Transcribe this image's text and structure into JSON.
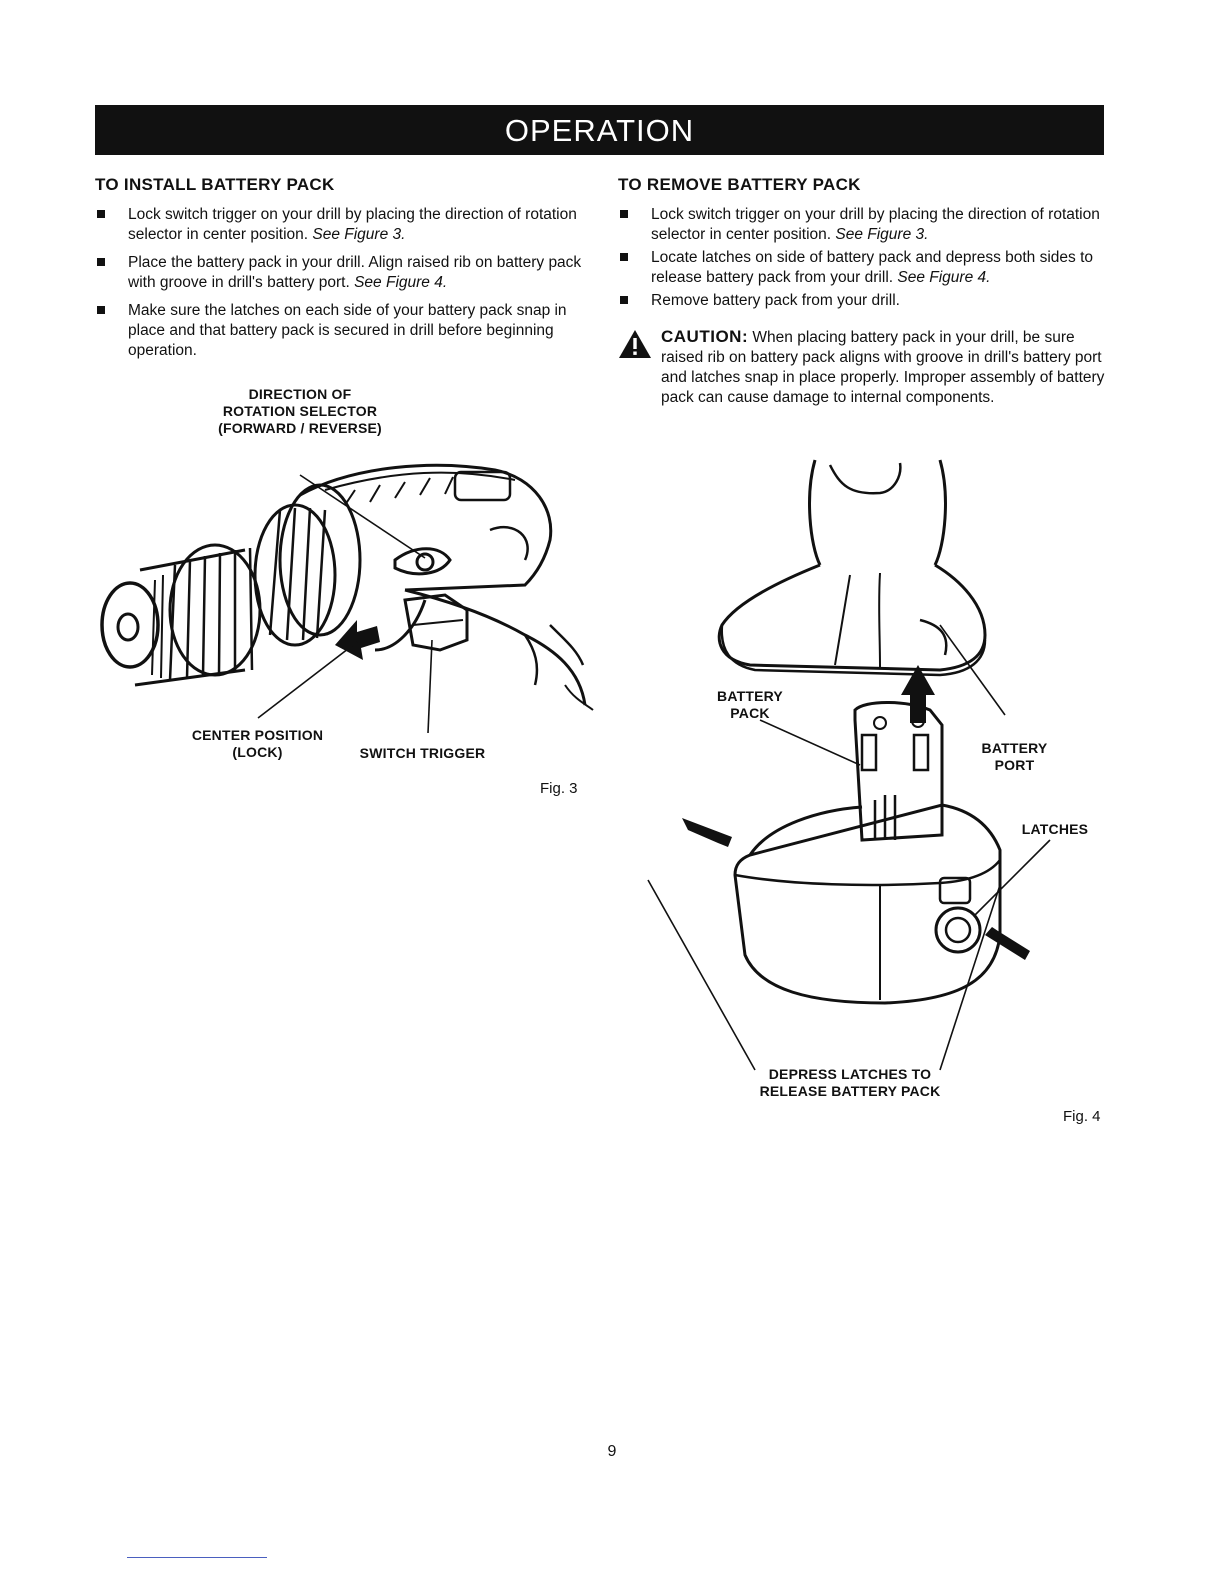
{
  "banner": "OPERATION",
  "install": {
    "title": "TO INSTALL BATTERY PACK",
    "items": [
      {
        "text": "Lock switch trigger on your drill by placing the direction of rotation selector in center position. ",
        "ref": "See Figure 3."
      },
      {
        "text": "Place the battery pack in your drill. Align raised rib on battery pack with groove in drill's battery port. ",
        "ref": "See Figure 4."
      },
      {
        "text": "Make sure the latches on each side of your battery pack snap in place and that battery pack is secured in drill before beginning operation.",
        "ref": ""
      }
    ]
  },
  "remove": {
    "title": "TO REMOVE BATTERY PACK",
    "items": [
      {
        "text": "Lock switch trigger on your drill by placing the direction of rotation selector in center position. ",
        "ref": "See Figure 3."
      },
      {
        "text": "Locate latches on side of battery pack and depress both sides to release battery pack from your drill. ",
        "ref": "See Figure 4."
      },
      {
        "text": "Remove battery pack from your drill.",
        "ref": ""
      }
    ]
  },
  "caution": {
    "label": "CAUTION:",
    "text": " When placing battery pack in your drill, be sure raised rib on battery pack aligns with groove in drill's battery port and latches snap in place properly. Improper assembly of battery pack can cause damage to internal components."
  },
  "fig3": {
    "label_direction": "DIRECTION OF\nROTATION SELECTOR\n(FORWARD / REVERSE)",
    "label_center": "CENTER POSITION\n(LOCK)",
    "label_trigger": "SWITCH TRIGGER",
    "caption": "Fig. 3"
  },
  "fig4": {
    "label_pack": "BATTERY\nPACK",
    "label_port": "BATTERY\nPORT",
    "label_latches": "LATCHES",
    "label_depress": "DEPRESS LATCHES TO\nRELEASE BATTERY PACK",
    "caption": "Fig. 4"
  },
  "page_number": "9"
}
